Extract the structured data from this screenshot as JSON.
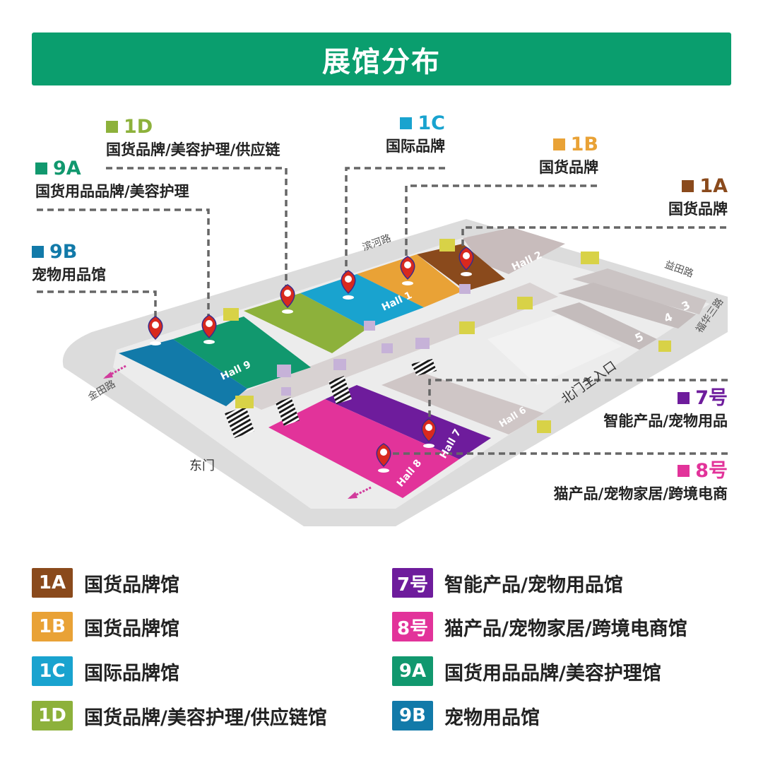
{
  "title": "展馆分布",
  "colors": {
    "banner": "#0a9e6e",
    "1A": "#8a4a1c",
    "1B": "#e9a236",
    "1C": "#19a3cf",
    "1D": "#8db13b",
    "7": "#6e1c9c",
    "8": "#e2339a",
    "9A": "#11986e",
    "9B": "#127aa9"
  },
  "map": {
    "roads": [
      "滨河路",
      "益田路",
      "福华三路",
      "金田路"
    ],
    "gates": {
      "east": "东门",
      "north_main": "北门主入口"
    },
    "halls": [
      "Hall 1",
      "Hall 2",
      "Hall 6",
      "Hall 7",
      "Hall 8",
      "Hall 9"
    ],
    "hall_numbers": [
      "3",
      "4",
      "5"
    ]
  },
  "callouts": [
    {
      "code": "1D",
      "desc": "国货品牌/美容护理/供应链"
    },
    {
      "code": "1C",
      "desc": "国际品牌"
    },
    {
      "code": "1B",
      "desc": "国货品牌"
    },
    {
      "code": "9A",
      "desc": "国货用品品牌/美容护理"
    },
    {
      "code": "1A",
      "desc": "国货品牌"
    },
    {
      "code": "9B",
      "desc": "宠物用品馆"
    },
    {
      "code": "7号",
      "desc": "智能产品/宠物用品"
    },
    {
      "code": "8号",
      "desc": "猫产品/宠物家居/跨境电商"
    }
  ],
  "legend": [
    {
      "code": "1A",
      "label": "国货品牌馆"
    },
    {
      "code": "1B",
      "label": "国货品牌馆"
    },
    {
      "code": "1C",
      "label": "国际品牌馆"
    },
    {
      "code": "1D",
      "label": "国货品牌/美容护理/供应链馆"
    },
    {
      "code": "7号",
      "label": "智能产品/宠物用品馆"
    },
    {
      "code": "8号",
      "label": "猫产品/宠物家居/跨境电商馆"
    },
    {
      "code": "9A",
      "label": "国货用品品牌/美容护理馆"
    },
    {
      "code": "9B",
      "label": "宠物用品馆"
    }
  ]
}
